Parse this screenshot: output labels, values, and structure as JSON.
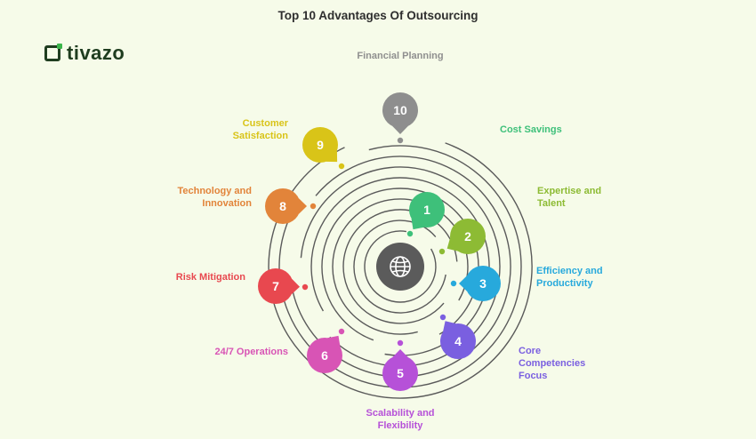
{
  "title": "Top 10 Advantages Of Outsourcing",
  "logo": {
    "text": "tivazo"
  },
  "center_icon": "globe-icon",
  "top_label": "Financial Planning",
  "items": [
    {
      "num": "1",
      "label": "Cost Savings",
      "color": "#3ec07a"
    },
    {
      "num": "2",
      "label": "Expertise and Talent",
      "color": "#8dbb34"
    },
    {
      "num": "3",
      "label": "Efficiency and Productivity",
      "color": "#27a9dc"
    },
    {
      "num": "4",
      "label": "Core Competencies Focus",
      "color": "#7a5fe0"
    },
    {
      "num": "5",
      "label": "Scalability and Flexibility",
      "color": "#b651d8"
    },
    {
      "num": "6",
      "label": "24/7 Operations",
      "color": "#d854b5"
    },
    {
      "num": "7",
      "label": "Risk Mitigation",
      "color": "#e8484f"
    },
    {
      "num": "8",
      "label": "Technology and Innovation",
      "color": "#e2843a"
    },
    {
      "num": "9",
      "label": "Customer Satisfaction",
      "color": "#d9c418"
    },
    {
      "num": "10",
      "label": "",
      "color": "#8e8e8e"
    }
  ]
}
